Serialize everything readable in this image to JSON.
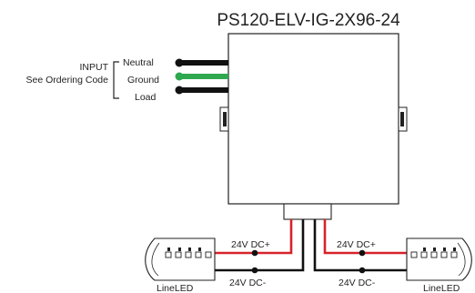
{
  "title": "PS120-ELV-IG-2X96-24",
  "input": {
    "label": "INPUT",
    "subtitle": "See Ordering Code",
    "wires": [
      {
        "name": "Neutral",
        "color": "#111111"
      },
      {
        "name": "Ground",
        "color": "#2fa84f"
      },
      {
        "name": "Load",
        "color": "#111111"
      }
    ]
  },
  "outputs": {
    "positive_label": "24V DC+",
    "negative_label": "24V DC-",
    "positive_color": "#d6232a",
    "negative_color": "#111111"
  },
  "strips": {
    "left_label": "LineLED",
    "right_label": "LineLED"
  }
}
